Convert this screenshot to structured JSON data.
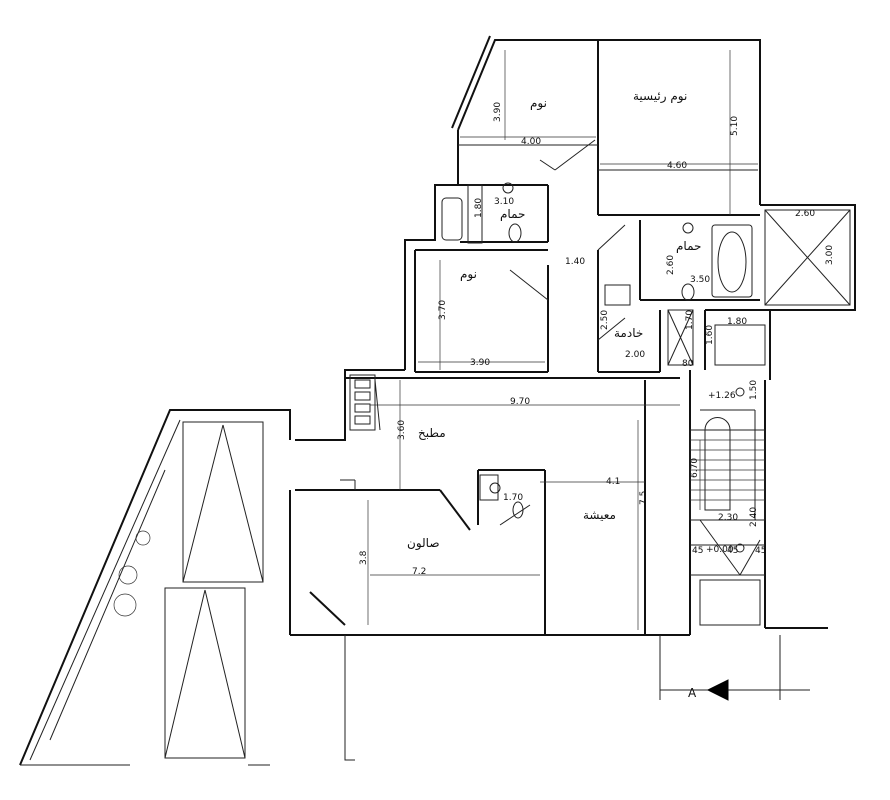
{
  "rooms": {
    "bedroom_1": "نوم",
    "master_bedroom": "نوم رئيسية",
    "bathroom_1": "حمام",
    "bathroom_2": "حمام",
    "bedroom_2": "نوم",
    "maid_room": "خادمة",
    "kitchen": "مطبخ",
    "living": "معيشة",
    "salon": "صالون"
  },
  "dimensions": {
    "d_3_90_v": "3.90",
    "d_4_00": "4.00",
    "d_4_60": "4.60",
    "d_5_10": "5.10",
    "d_3_10": "3.10",
    "d_1_80_v": "1.80",
    "d_1_40": "1.40",
    "d_2_60_h": "2.60",
    "d_3_00": "3.00",
    "d_2_60_v": "2.60",
    "d_3_50": "3.50",
    "d_3_70": "3.70",
    "d_3_90_h": "3.90",
    "d_2_50": "2.50",
    "d_2_00": "2.00",
    "d_1_70_v": "1.70",
    "d_80": "80",
    "d_1_80_h": "1.80",
    "d_1_60": "1.60",
    "d_1_50": "1.50",
    "d_9_70": "9.70",
    "d_3_60": "3.60",
    "d_6_70": "6.70",
    "d_4_1": "4.1",
    "d_1_70_h": "1.70",
    "d_7_5": "7.5",
    "d_2_30": "2.30",
    "d_2_40": "2.40",
    "d_45_a": "45",
    "d_45_b": "45",
    "d_45_c": "45",
    "d_3_8": "3.8",
    "d_7_2": "7.2"
  },
  "levels": {
    "upper": "+1.26",
    "lower": "+0.00"
  },
  "section_mark": "A"
}
